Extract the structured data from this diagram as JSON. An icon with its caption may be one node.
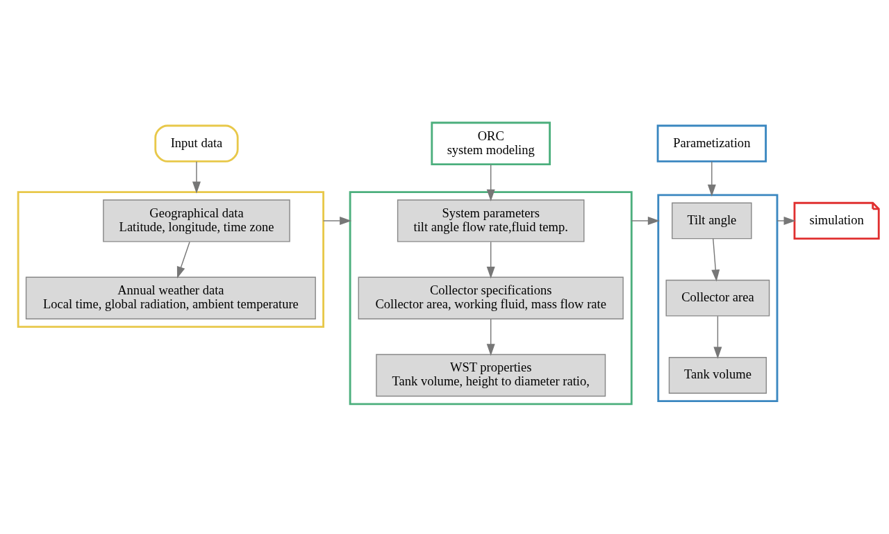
{
  "diagram": {
    "nodes": [
      {
        "text": [
          "Input data"
        ]
      },
      {
        "text": [
          "Parametization"
        ]
      },
      {
        "text": [
          "ORC",
          "system modeling"
        ]
      },
      {
        "text": [],
        "shape": "box"
      },
      {
        "text": [
          "Geographical data",
          "Latitude, longitude, time zone"
        ],
        "in": 3
      },
      {
        "text": [
          "Annual weather data",
          "Local time, global radiation, ambient temperature"
        ],
        "in": 3
      },
      {
        "text": [],
        "shape": "box"
      },
      {
        "text": [
          "System parameters",
          "tilt angle flow rate,fluid temp."
        ],
        "in": 6
      },
      {
        "text": [
          "Collector specifications",
          "Collector area, working fluid, mass flow rate"
        ],
        "in": 6
      },
      {
        "text": [
          "WST properties",
          "Tank volume, height to diameter ratio,"
        ],
        "in": 6
      },
      {
        "text": [],
        "shape": "box"
      },
      {
        "text": [
          "Tilt angle"
        ],
        "in": 10
      },
      {
        "text": [
          "Collector area"
        ],
        "in": 10
      },
      {
        "text": [
          "Tank volume"
        ],
        "in": 10
      },
      {
        "text": [
          "simulation"
        ]
      }
    ],
    "edges": [
      {
        "from": 0,
        "to": 3,
        "arrow": "to"
      },
      {
        "from": 4,
        "to": 5,
        "arrow": "to"
      },
      {
        "from": 3,
        "to": 6,
        "arrow": "to"
      },
      {
        "from": 2,
        "to": 7,
        "arrow": "to"
      },
      {
        "from": 7,
        "to": 8,
        "arrow": "to"
      },
      {
        "from": 8,
        "to": 9,
        "arrow": "to"
      },
      {
        "from": 6,
        "to": 10,
        "arrow": "to"
      },
      {
        "from": 1,
        "to": 10,
        "arrow": "to"
      },
      {
        "from": 11,
        "to": 12,
        "arrow": "to"
      },
      {
        "from": 12,
        "to": 13,
        "arrow": "to"
      },
      {
        "from": 10,
        "to": 14,
        "arrow": "to"
      }
    ]
  }
}
